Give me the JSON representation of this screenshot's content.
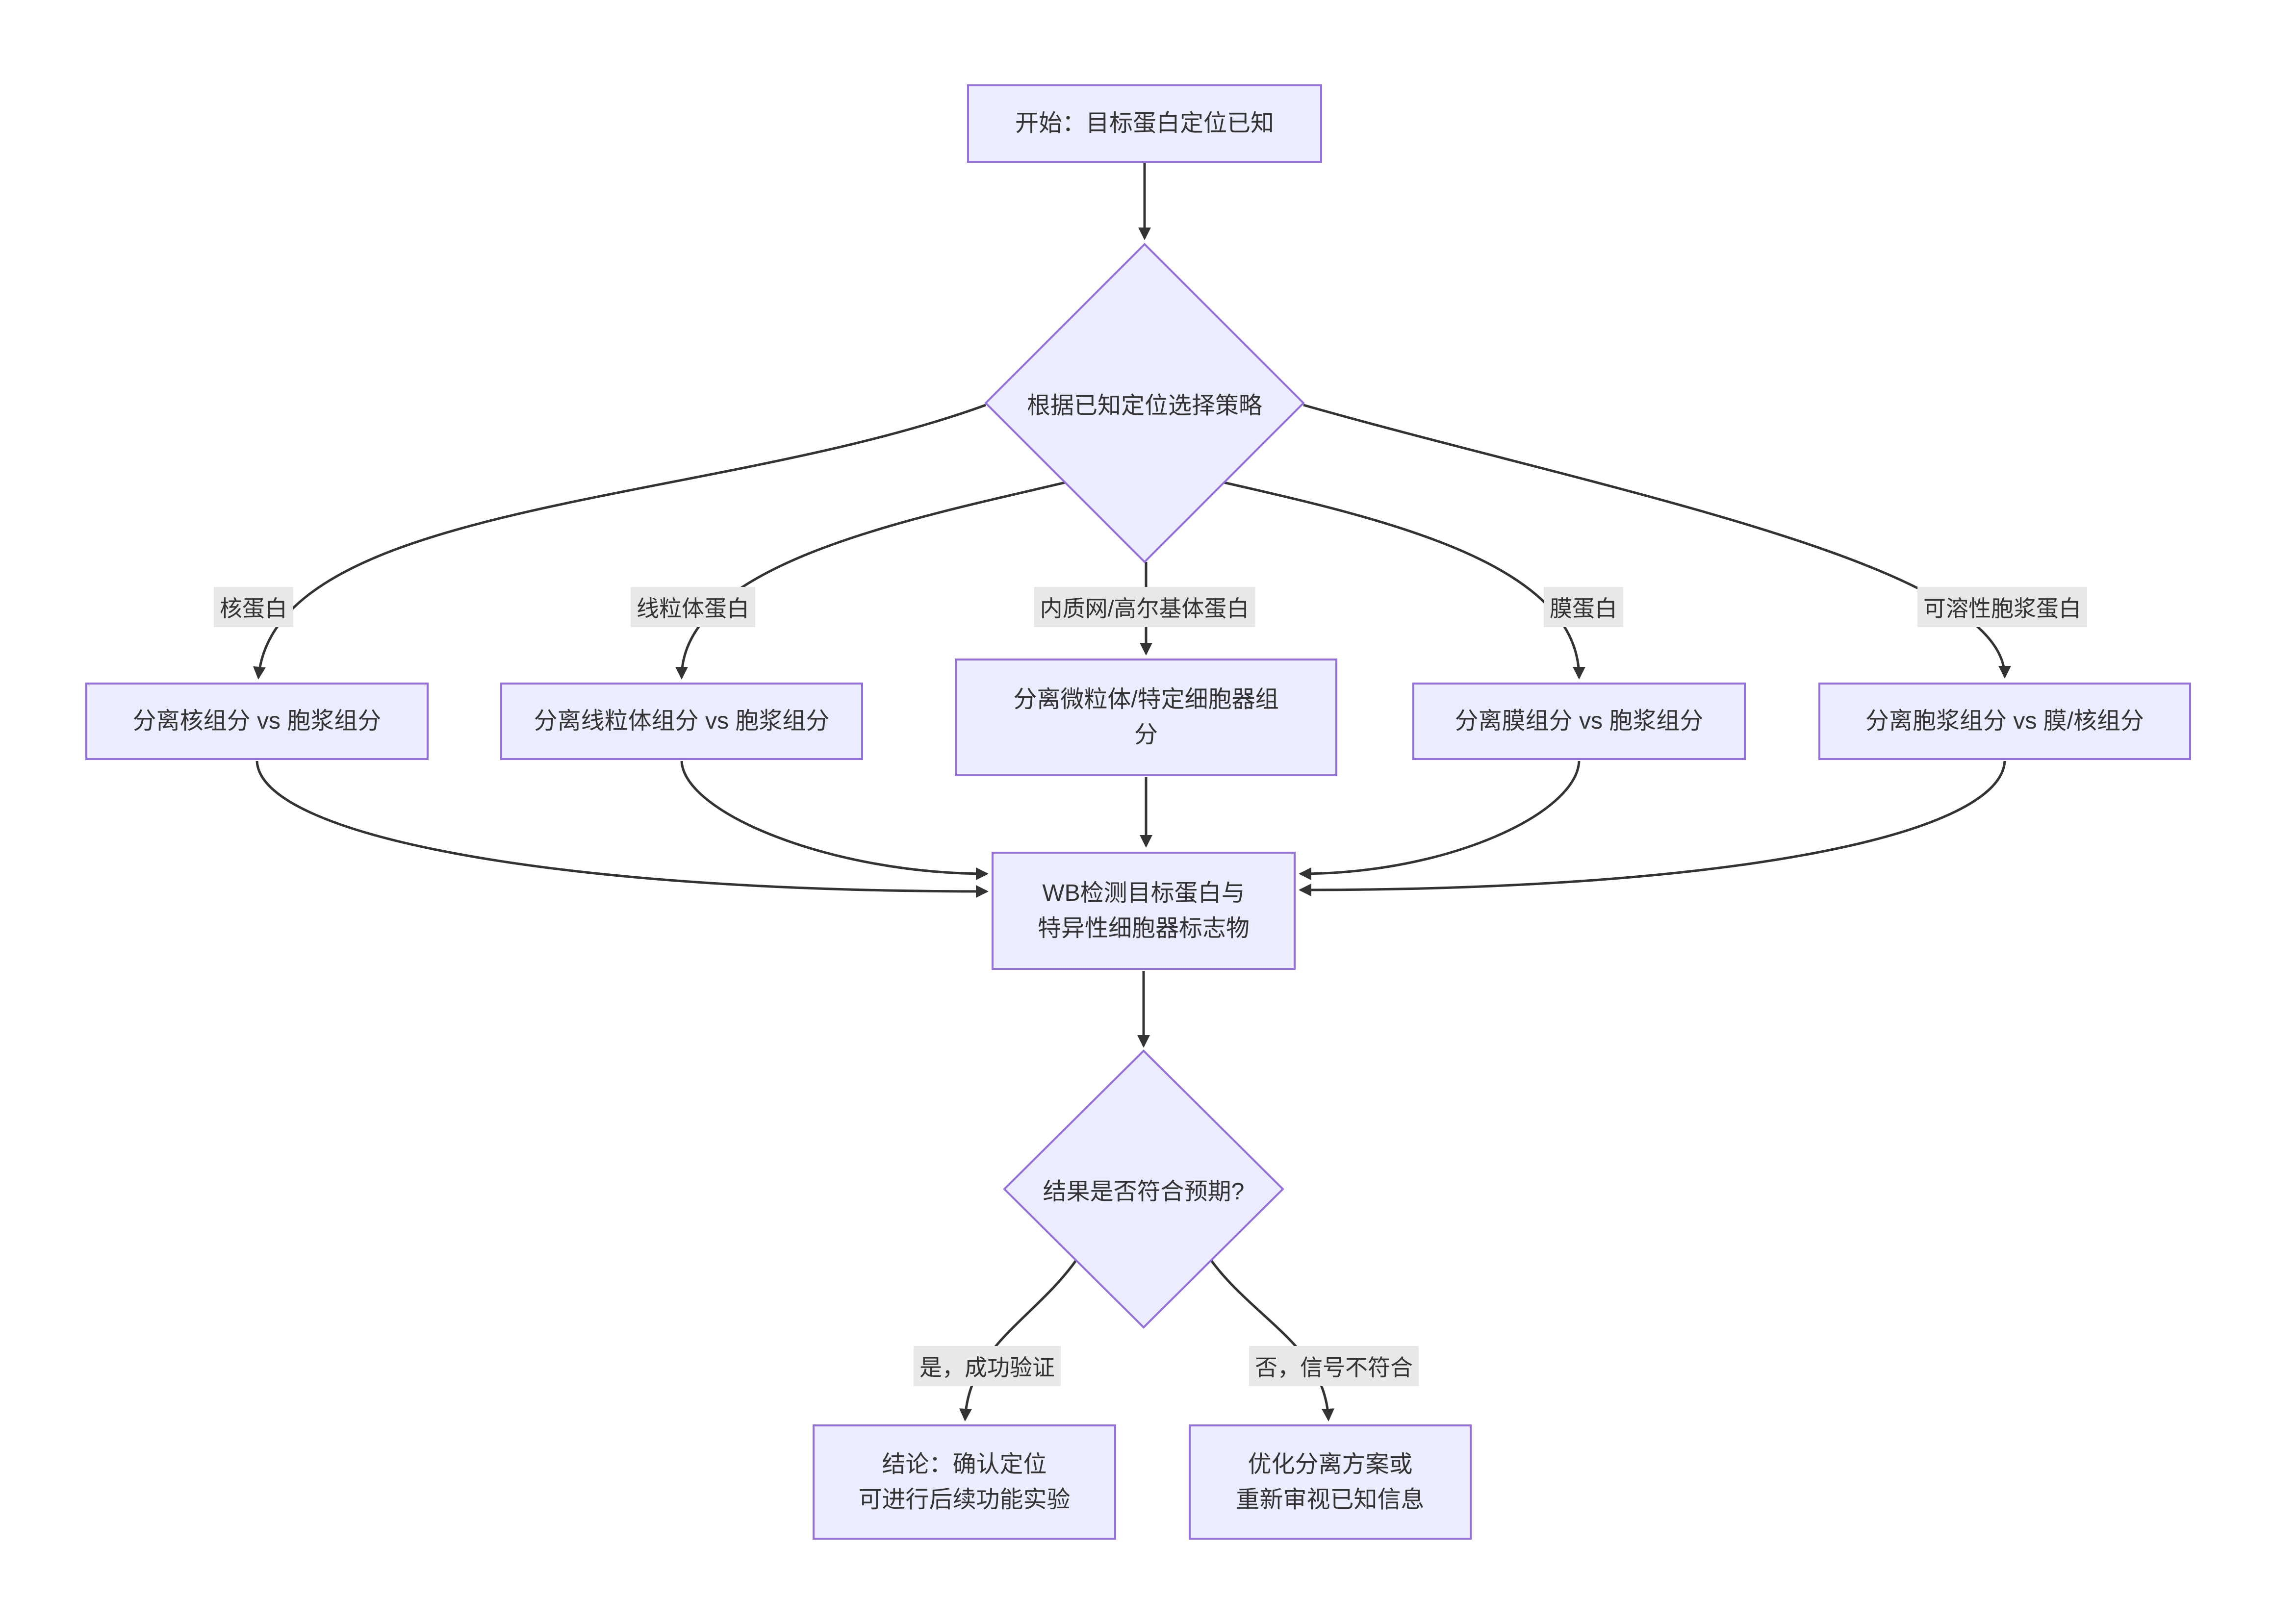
{
  "diagram": {
    "type": "flowchart",
    "background": "#ffffff",
    "node_fill": "#ECECFF",
    "node_border": "#9370DB",
    "edge_color": "#333333",
    "edge_label_bg": "#e8e8e8",
    "text_color": "#333333"
  },
  "nodes": {
    "start": {
      "label": "开始：目标蛋白定位已知"
    },
    "decision_strategy": {
      "label": "根据已知定位选择策略"
    },
    "nuclear_box": {
      "label": "分离核组分 vs 胞浆组分"
    },
    "mito_box": {
      "label": "分离线粒体组分 vs 胞浆组分"
    },
    "er_golgi_box": {
      "label": "分离微粒体/特定细胞器组\n分"
    },
    "membrane_box": {
      "label": "分离膜组分 vs 胞浆组分"
    },
    "cytosol_box": {
      "label": "分离胞浆组分 vs 膜/核组分"
    },
    "wb_box": {
      "label": "WB检测目标蛋白与\n特异性细胞器标志物"
    },
    "decision_result": {
      "label": "结果是否符合预期?"
    },
    "conclusion_box": {
      "label": "结论：确认定位\n可进行后续功能实验"
    },
    "optimize_box": {
      "label": "优化分离方案或\n重新审视已知信息"
    }
  },
  "edge_labels": {
    "nuclear": "核蛋白",
    "mito": "线粒体蛋白",
    "er_golgi": "内质网/高尔基体蛋白",
    "membrane": "膜蛋白",
    "cytosol": "可溶性胞浆蛋白",
    "yes": "是，成功验证",
    "no": "否，信号不符合"
  }
}
